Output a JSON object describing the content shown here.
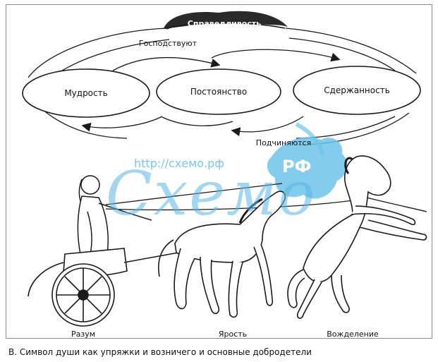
{
  "diagram": {
    "top_label": "Справедливость",
    "dominate_label": "Господствуют",
    "obey_label": "Подчиняются",
    "virtues": [
      "Мудрость",
      "Постоянство",
      "Сдержанность"
    ],
    "figures": {
      "reason": "Разум",
      "fury": "Ярость",
      "desire": "Вожделение"
    }
  },
  "watermark": {
    "url": "http://схемо.рф",
    "big": "Схемо",
    "badge": "РФ"
  },
  "caption": "В.   Символ души как упряжки и возничего и основные добродетели",
  "colors": {
    "ink": "#1a1a1a",
    "frame": "#7e8da0",
    "watermark": "#57b6e6"
  }
}
